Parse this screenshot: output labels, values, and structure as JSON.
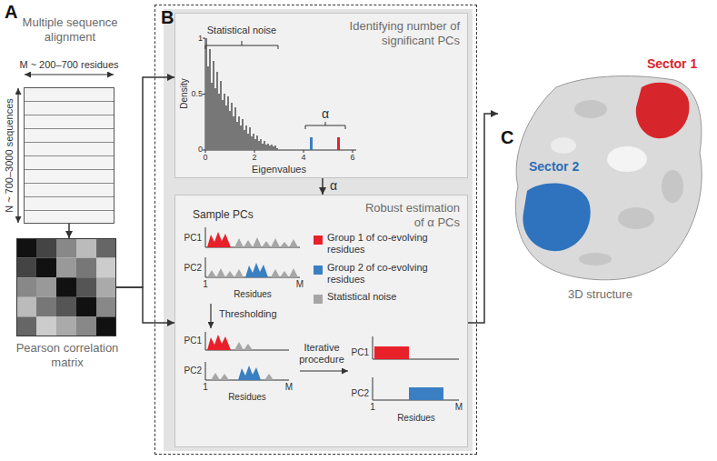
{
  "diagram": {
    "nodes": [
      {
        "text": [
          "Multiple sequence alignment"
        ]
      },
      {
        "text": [
          "Pearson correlation matrix"
        ]
      },
      {
        "text": [
          "B"
        ]
      },
      {
        "text": [
          "Identifying number of significant PCs"
        ],
        "in": 2
      },
      {
        "text": [
          "Robust estimation of α PCs"
        ],
        "in": 2
      },
      {
        "text": [
          "3D structure"
        ]
      }
    ],
    "edges": [
      {
        "from": 0,
        "to": 1,
        "arrow": "to"
      },
      {
        "from": 1,
        "to": 3,
        "arrow": "to"
      },
      {
        "from": 1,
        "to": 4,
        "arrow": "to"
      },
      {
        "from": 3,
        "to": 4,
        "label": "α",
        "arrow": "to"
      },
      {
        "from": 4,
        "to": 5,
        "arrow": "to"
      }
    ],
    "labels": [
      "A",
      "M ~ 200–700 residues",
      "N ~ 700–3000 sequences",
      "Statistical noise",
      "1",
      "0.5",
      "0",
      "Density",
      "0",
      "2",
      "4",
      "6",
      "Eigenvalues",
      "α",
      "Sample PCs",
      "PC1",
      "PC2",
      "1",
      "M",
      "Residues",
      "Thresholding",
      "PC1",
      "PC2",
      "1",
      "M",
      "Residues",
      "Iterative procedure",
      "PC1",
      "PC2",
      "1",
      "M",
      "Residues",
      "C",
      "Sector 1",
      "Sector 2"
    ],
    "legend": [
      {
        "text": "Group 1 of co-evolving residues",
        "color": "#e8202a"
      },
      {
        "text": "Group 2 of co-evolving residues",
        "color": "#3a7fc1"
      },
      {
        "text": "Statistical noise",
        "color": "#a6a6a6"
      }
    ]
  }
}
